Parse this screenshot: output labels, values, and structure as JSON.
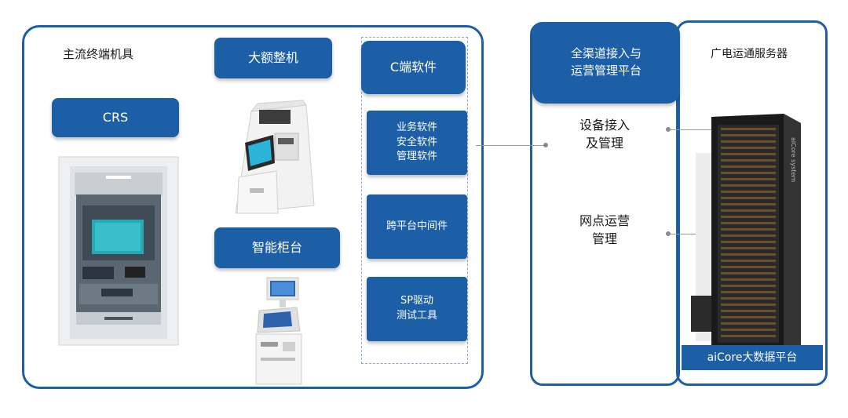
{
  "left_panel": {
    "title": "主流终端机具",
    "crs_label": "CRS",
    "large_machine_label": "大额整机",
    "smart_counter_label": "智能柜台"
  },
  "software_column": {
    "header": "C端软件",
    "items": [
      {
        "lines": [
          "业务软件",
          "安全软件",
          "管理软件"
        ]
      },
      {
        "lines": [
          "跨平台中间件"
        ]
      },
      {
        "lines": [
          "SP驱动",
          "测试工具"
        ]
      }
    ]
  },
  "middle_panel": {
    "header_lines": [
      "全渠道接入与",
      "运营管理平台"
    ],
    "device_access_lines": [
      "设备接入",
      "及管理"
    ],
    "branch_ops_lines": [
      "网点运营",
      "管理"
    ]
  },
  "right_panel": {
    "title": "广电运通服务器",
    "server_brand": "aiCore system",
    "footer": "aiCore大数据平台"
  },
  "colors": {
    "primary_blue": "#1d5fa6",
    "dashed_border": "#8ea7c8"
  }
}
